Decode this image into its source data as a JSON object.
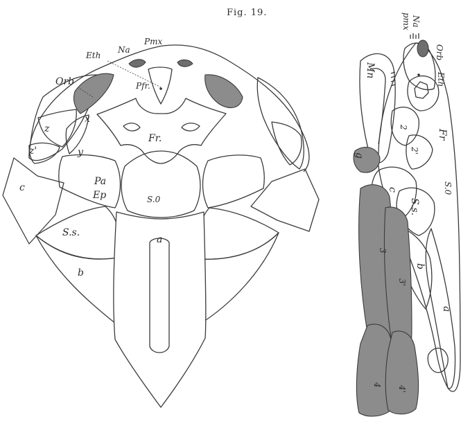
{
  "figure": {
    "caption": "Fig. 19.",
    "left_view_labels": {
      "na": "Na",
      "pmx": "Pmx",
      "eth": "Eth",
      "orb": "Orb",
      "pfr": "Pfr.",
      "x": "x",
      "z": "z",
      "z_prime": "z'",
      "y": "y",
      "fr": "Fr.",
      "c": "c",
      "pa": "Pa",
      "ep": "Ep",
      "so": "S.0",
      "ss": "S.s.",
      "a": "a",
      "b": "b"
    },
    "right_view_labels": {
      "na": "Na",
      "pmx": "pmx",
      "orb": "Orb",
      "eth": "Eth",
      "mn": "Mn",
      "fr": "Fr",
      "two": "2",
      "two_prime": "2'",
      "g": "g",
      "so": "S.0",
      "c": "c",
      "ss": "S.s.",
      "b": "b",
      "a": "a",
      "three": "3",
      "three_prime": "3'",
      "four": "4",
      "four_prime": "4'"
    }
  }
}
